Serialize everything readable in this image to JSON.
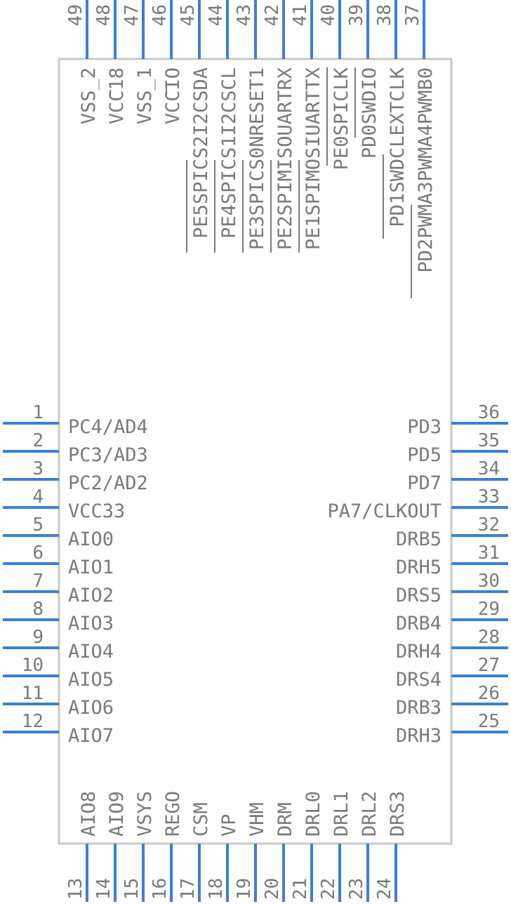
{
  "pins_left": [
    {
      "num": "1",
      "label": "PC4/AD4"
    },
    {
      "num": "2",
      "label": "PC3/AD3"
    },
    {
      "num": "3",
      "label": "PC2/AD2"
    },
    {
      "num": "4",
      "label": "VCC33"
    },
    {
      "num": "5",
      "label": "AIO0"
    },
    {
      "num": "6",
      "label": "AIO1"
    },
    {
      "num": "7",
      "label": "AIO2"
    },
    {
      "num": "8",
      "label": "AIO3"
    },
    {
      "num": "9",
      "label": "AIO4"
    },
    {
      "num": "10",
      "label": "AIO5"
    },
    {
      "num": "11",
      "label": "AIO6"
    },
    {
      "num": "12",
      "label": "AIO7"
    }
  ],
  "pins_bottom": [
    {
      "num": "13",
      "label": "AIO8"
    },
    {
      "num": "14",
      "label": "AIO9"
    },
    {
      "num": "15",
      "label": "VSYS"
    },
    {
      "num": "16",
      "label": "REGO"
    },
    {
      "num": "17",
      "label": "CSM"
    },
    {
      "num": "18",
      "label": "VP"
    },
    {
      "num": "19",
      "label": "VHM"
    },
    {
      "num": "20",
      "label": "DRM"
    },
    {
      "num": "21",
      "label": "DRL0"
    },
    {
      "num": "22",
      "label": "DRL1"
    },
    {
      "num": "23",
      "label": "DRL2"
    },
    {
      "num": "24",
      "label": "DRS3"
    }
  ],
  "pins_right": [
    {
      "num": "25",
      "label": "DRH3"
    },
    {
      "num": "26",
      "label": "DRB3"
    },
    {
      "num": "27",
      "label": "DRS4"
    },
    {
      "num": "28",
      "label": "DRH4"
    },
    {
      "num": "29",
      "label": "DRB4"
    },
    {
      "num": "30",
      "label": "DRS5"
    },
    {
      "num": "31",
      "label": "DRH5"
    },
    {
      "num": "32",
      "label": "DRB5"
    },
    {
      "num": "33",
      "label": "PA7/CLKOUT"
    },
    {
      "num": "34",
      "label": "PD7"
    },
    {
      "num": "35",
      "label": "PD5"
    },
    {
      "num": "36",
      "label": "PD3"
    }
  ],
  "pins_top": [
    {
      "num": "37",
      "label": "PD2PWMA3PWMA4PWMB0"
    },
    {
      "num": "38",
      "label": "PD1SWDCLEXTCLK"
    },
    {
      "num": "39",
      "label": "PD0SWDIO"
    },
    {
      "num": "40",
      "label": "PE0SPICLK"
    },
    {
      "num": "41",
      "label": "PE1SPIMOSIUARTTX"
    },
    {
      "num": "42",
      "label": "PE2SPIMISOUARTRX"
    },
    {
      "num": "43",
      "label": "PE3SPICS0NRESET1"
    },
    {
      "num": "44",
      "label": "PE4SPICS1I2CSCL"
    },
    {
      "num": "45",
      "label": "PE5SPICS2I2CSDA"
    },
    {
      "num": "46",
      "label": "VCCIO"
    },
    {
      "num": "47",
      "label": "VSS_1"
    },
    {
      "num": "48",
      "label": "VCC18"
    },
    {
      "num": "49",
      "label": "VSS_2"
    }
  ],
  "colors": {
    "pin": "#3b7fd9",
    "body_outline": "#c8c8c8",
    "text": "#7a7a7a"
  }
}
